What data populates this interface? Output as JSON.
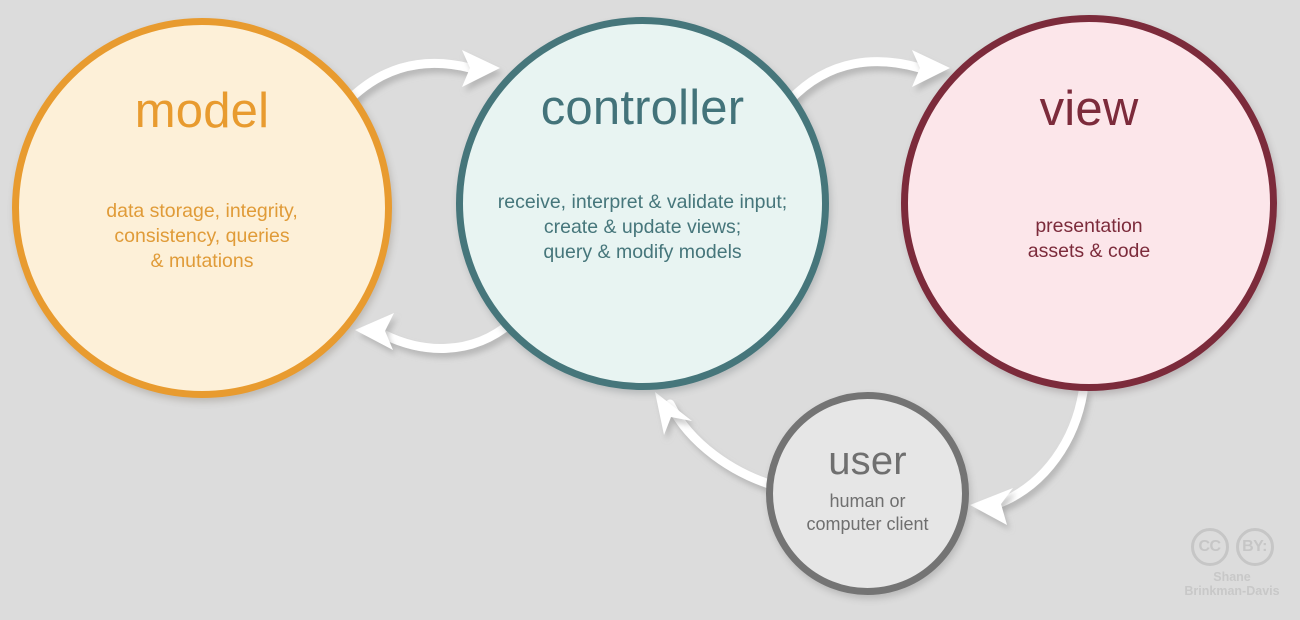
{
  "diagram": {
    "title": "MVC architecture flow diagram",
    "background_color": "#dcdcdc",
    "nodes": [
      {
        "id": "model",
        "title": "model",
        "description": "data storage, integrity,\nconsistency, queries\n& mutations",
        "fill_color": "#fdf0d8",
        "border_color": "#e89b2f",
        "text_color": "#e09b38"
      },
      {
        "id": "controller",
        "title": "controller",
        "description": "receive, interpret & validate input;\ncreate & update views;\nquery & modify models",
        "fill_color": "#e8f4f2",
        "border_color": "#46767b",
        "text_color": "#43737a"
      },
      {
        "id": "view",
        "title": "view",
        "description": "presentation\nassets & code",
        "fill_color": "#fce6ea",
        "border_color": "#7c2b3b",
        "text_color": "#7c2b3b"
      },
      {
        "id": "user",
        "title": "user",
        "description": "human or\ncomputer client",
        "fill_color": "#e6e6e6",
        "border_color": "#747474",
        "text_color": "#6f6f6f"
      }
    ],
    "arrows": [
      {
        "id": "model-to-controller",
        "from": "model",
        "to": "controller",
        "color": "#ffffff"
      },
      {
        "id": "controller-to-model",
        "from": "controller",
        "to": "model",
        "color": "#ffffff"
      },
      {
        "id": "controller-to-view",
        "from": "controller",
        "to": "view",
        "color": "#ffffff"
      },
      {
        "id": "view-to-user",
        "from": "view",
        "to": "user",
        "color": "#ffffff"
      },
      {
        "id": "user-to-controller",
        "from": "user",
        "to": "controller",
        "color": "#ffffff"
      }
    ],
    "credit": {
      "license_cc": "CC",
      "license_by": "BY:",
      "author": "Shane\nBrinkman-Davis",
      "color": "#c6c6c6"
    }
  }
}
